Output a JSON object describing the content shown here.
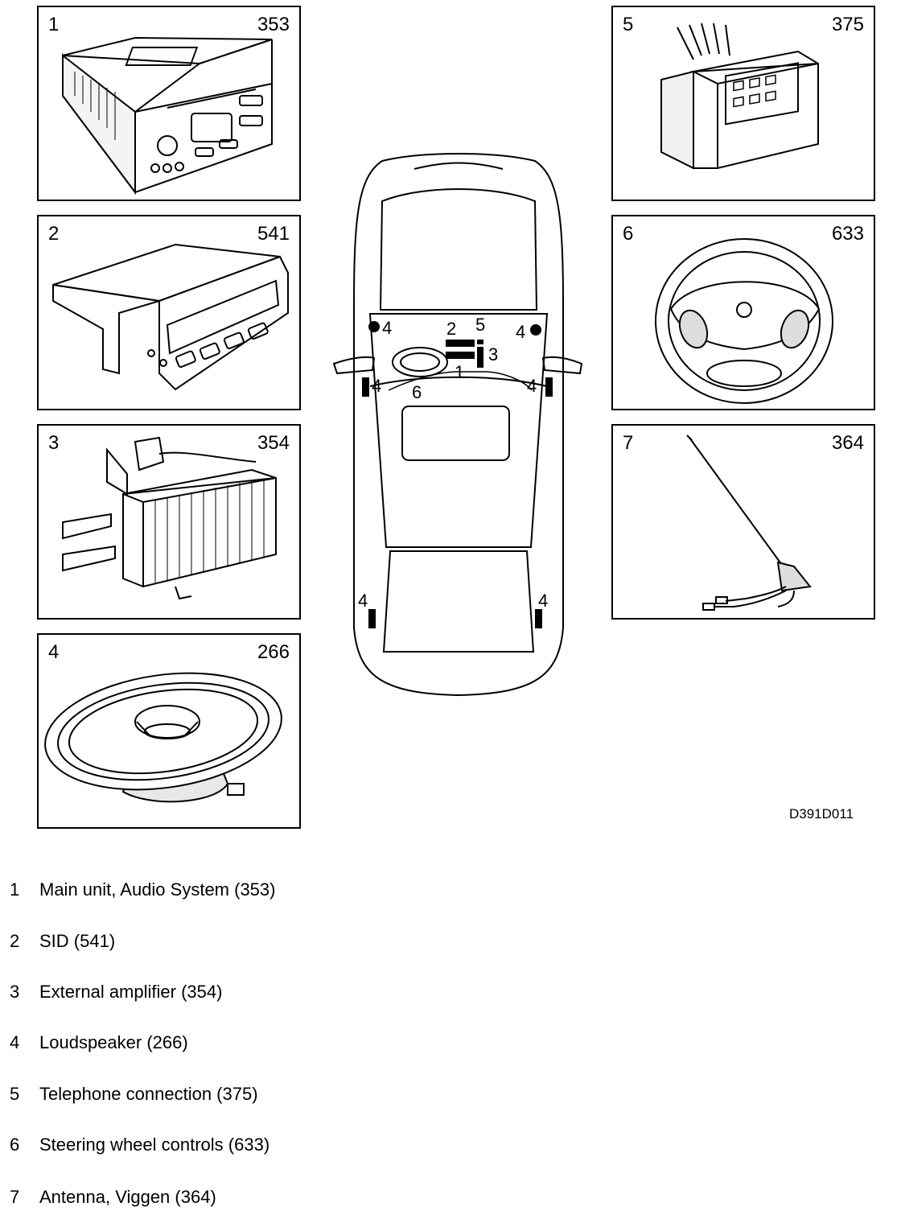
{
  "panels": [
    {
      "num": "1",
      "code": "353"
    },
    {
      "num": "2",
      "code": "541"
    },
    {
      "num": "3",
      "code": "354"
    },
    {
      "num": "4",
      "code": "266"
    },
    {
      "num": "5",
      "code": "375"
    },
    {
      "num": "6",
      "code": "633"
    },
    {
      "num": "7",
      "code": "364"
    }
  ],
  "car_callouts": {
    "speaker": "4",
    "sid": "2",
    "phone": "5",
    "amp": "3",
    "main": "1",
    "wheel": "6"
  },
  "figure_ref": "D391D011",
  "legend": [
    {
      "num": "1",
      "text": "Main unit, Audio System (353)"
    },
    {
      "num": "2",
      "text": "SID (541)"
    },
    {
      "num": "3",
      "text": "External amplifier (354)"
    },
    {
      "num": "4",
      "text": "Loudspeaker (266)"
    },
    {
      "num": "5",
      "text": "Telephone connection (375)"
    },
    {
      "num": "6",
      "text": "Steering wheel controls (633)"
    },
    {
      "num": "7",
      "text": "Antenna, Viggen (364)"
    }
  ]
}
